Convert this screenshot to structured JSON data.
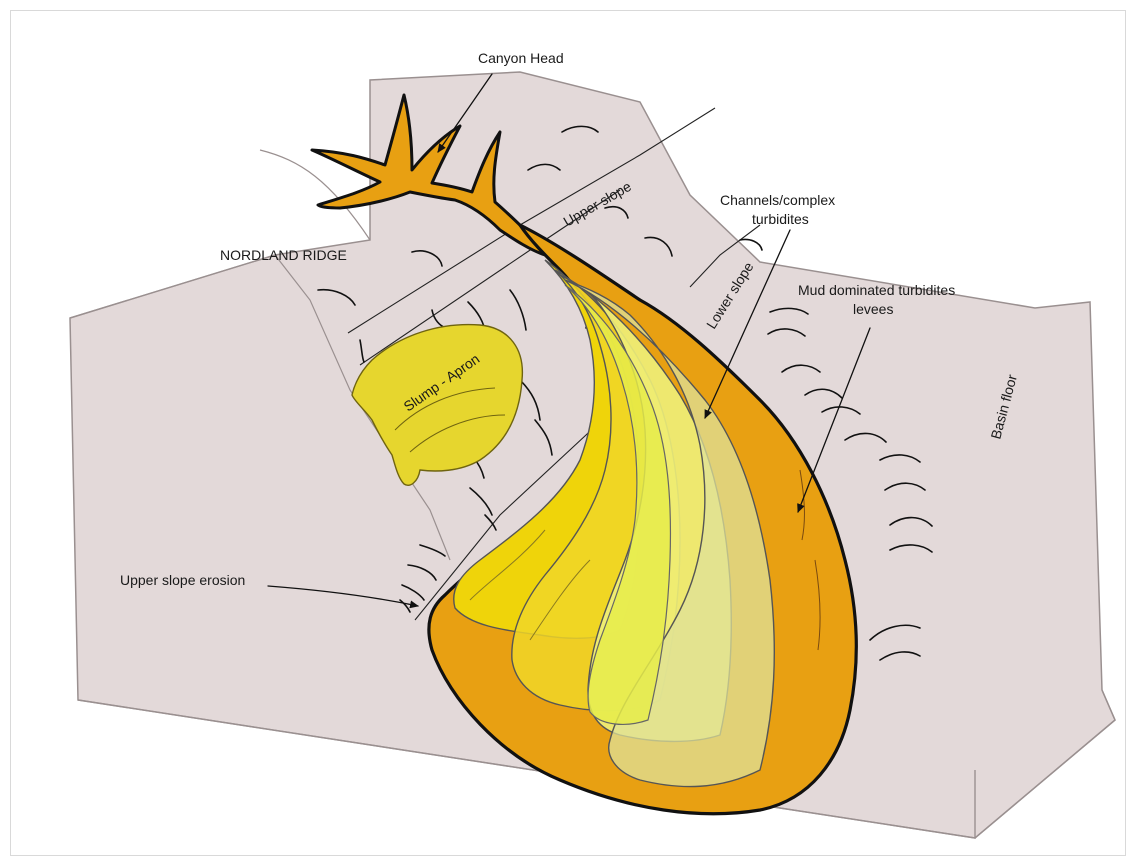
{
  "labels": {
    "canyon_head": "Canyon Head",
    "upper_slope": "Upper slope",
    "nordland_ridge": "NORDLAND RIDGE",
    "channels_line1": "Channels/complex",
    "channels_line2": "turbidites",
    "lower_slope": "Lower slope",
    "mud_line1": "Mud dominated turbidites",
    "mud_line2": "levees",
    "slump_apron": "Slump - Apron",
    "basin_floor": "Basin floor",
    "upper_slope_erosion": "Upper slope erosion"
  },
  "colors": {
    "terrain": "#e3d9d9",
    "terrain_edge": "#9a9090",
    "orange": "#e8a012",
    "yellow_deep": "#efd40a",
    "yellow_mid": "#f2e83a",
    "yellow_light": "#eef07a",
    "yellow_pale": "#e4e6a0",
    "slump": "#e6d62e",
    "outline": "#111111"
  }
}
